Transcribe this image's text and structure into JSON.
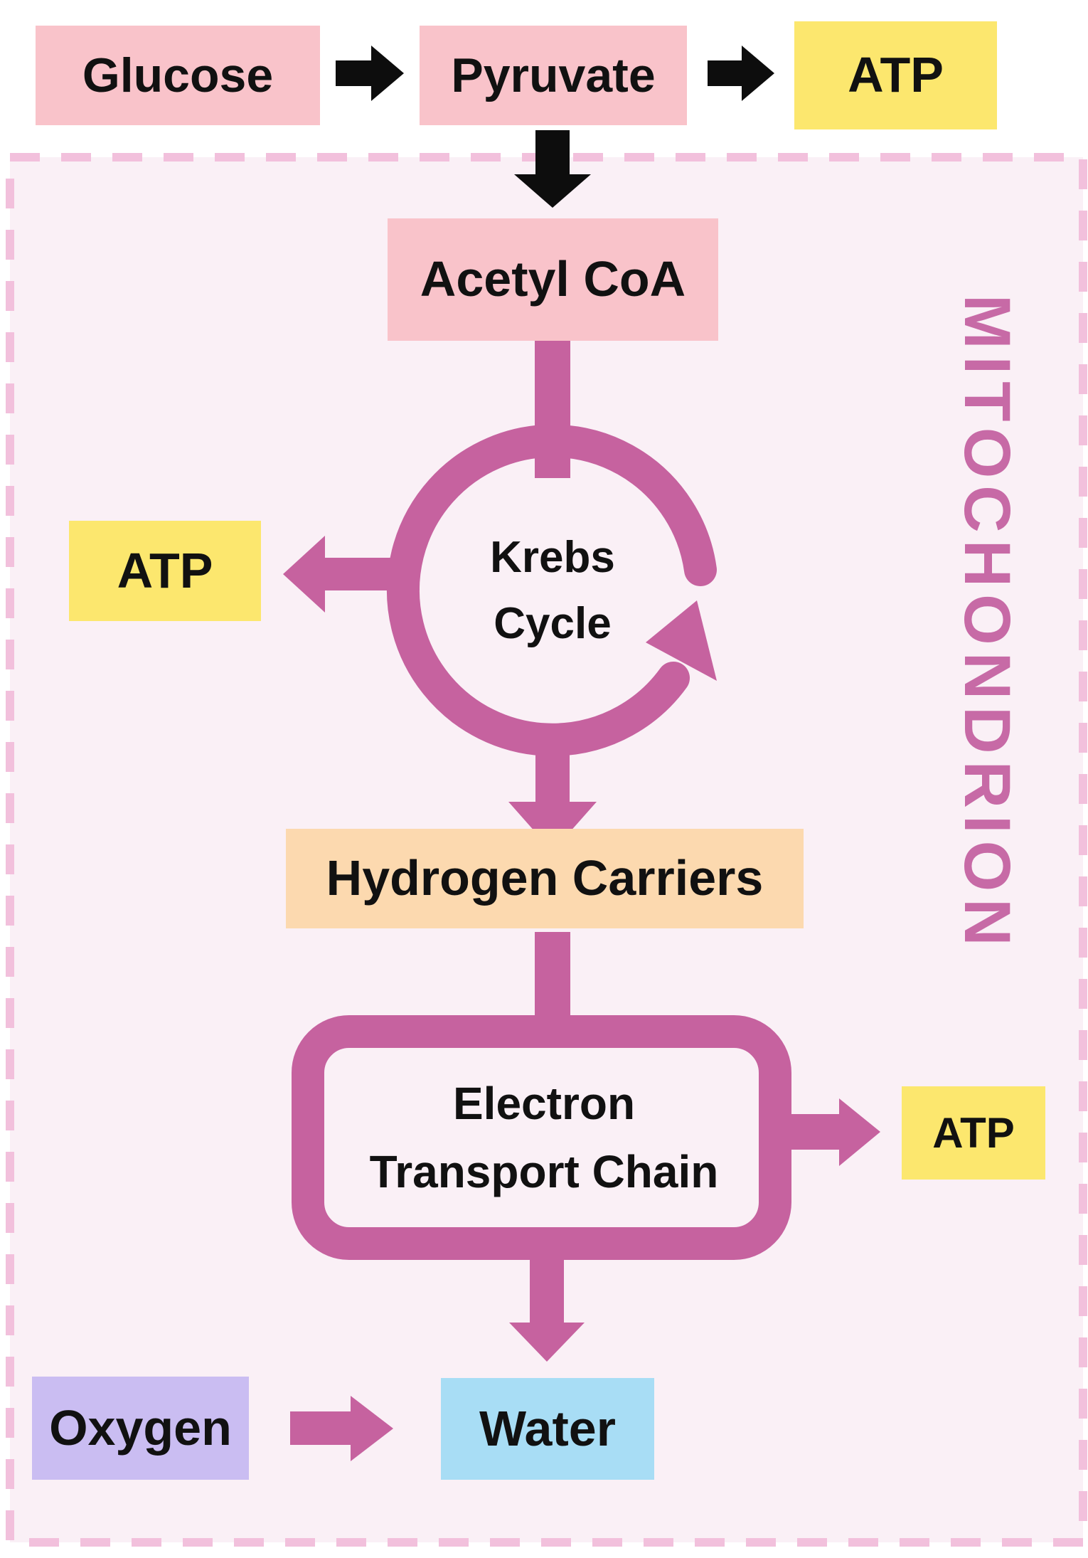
{
  "organelle_label": "MITOCHONDRION",
  "glycolysis": {
    "glucose": "Glucose",
    "pyruvate": "Pyruvate",
    "atp": "ATP"
  },
  "matrix": {
    "acetyl_coa": "Acetyl CoA",
    "krebs": {
      "line1": "Krebs",
      "line2": "Cycle"
    },
    "atp_from_krebs": "ATP",
    "hydrogen_carriers": "Hydrogen Carriers",
    "electron_transport_chain": {
      "line1": "Electron",
      "line2": "Transport Chain"
    },
    "atp_from_etc": "ATP",
    "oxygen": "Oxygen",
    "water": "Water"
  },
  "colors": {
    "magenta": "#c6629f",
    "label-magenta": "#c76aa6",
    "pink": "#f9c3ca",
    "yellow": "#fce76e",
    "peach": "#fcd9af",
    "lavender": "#cabdf2",
    "blue": "#a8ddf5",
    "mito-fill": "#faf0f6",
    "mito-border": "#f2c0dc",
    "black-arrow": "#0d0d0d"
  }
}
